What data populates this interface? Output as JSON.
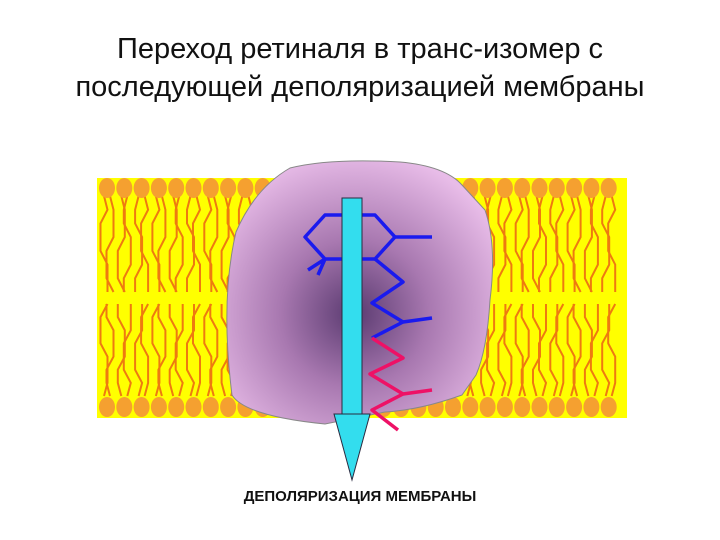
{
  "slide": {
    "title_line1": "Переход ретиналя в транс-изомер с",
    "title_line2": "последующей деполяризацией мембраны",
    "caption": "ДЕПОЛЯРИЗАЦИЯ МЕМБРАНЫ"
  },
  "colors": {
    "membrane_background": "#ffff00",
    "lipid": "#f5a030",
    "tail": "#ee7a10",
    "protein_light": "#e8bce8",
    "protein_dark": "#5a3a70",
    "arrow": "#33ddee",
    "retinal_cis": "#1a1aee",
    "retinal_trans": "#ee1166"
  }
}
